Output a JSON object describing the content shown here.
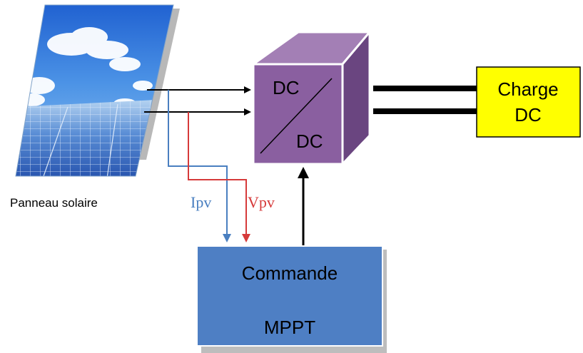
{
  "diagram": {
    "panel_label": "Panneau solaire",
    "converter": {
      "top": "DC",
      "bottom": "DC"
    },
    "load": {
      "line1": "Charge",
      "line2": "DC"
    },
    "control": {
      "line1": "Commande",
      "line2": "MPPT"
    },
    "signals": {
      "current": "Ipv",
      "voltage": "Vpv"
    }
  },
  "colors": {
    "converter_front": "#8a5fa0",
    "converter_top": "#a37fb5",
    "converter_side": "#6a4580",
    "load_fill": "#ffff00",
    "control_fill": "#4e7fc4",
    "current_line": "#4a7fc0",
    "voltage_line": "#d63a3a"
  }
}
